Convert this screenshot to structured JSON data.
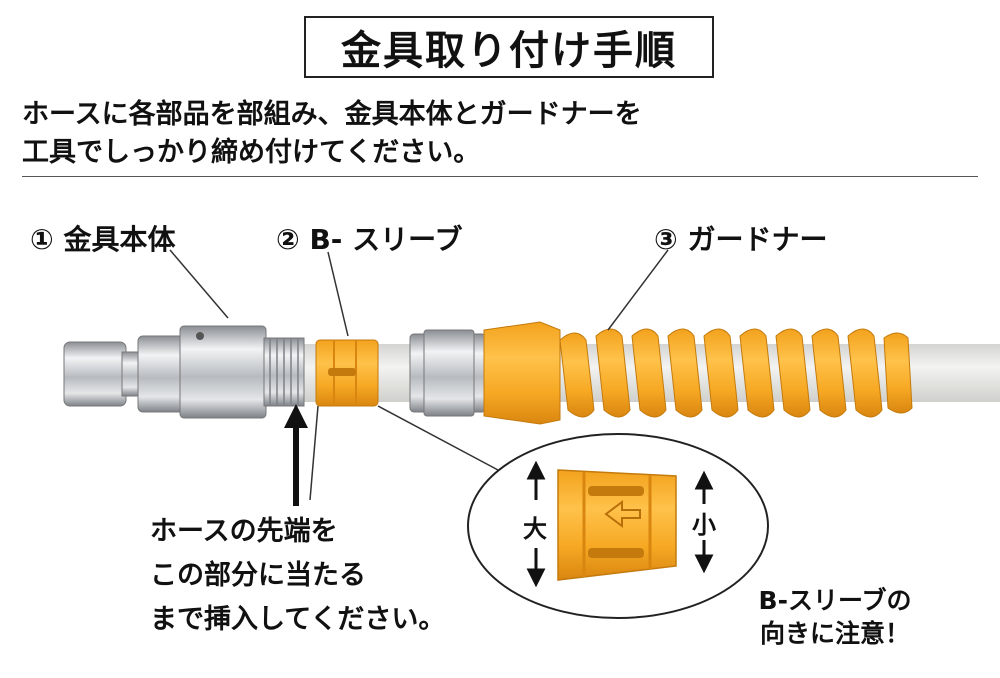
{
  "title": "金具取り付け手順",
  "intro": {
    "line1": "ホースに各部品を部組み、金具本体とガードナーを",
    "line2": "工具でしっかり締め付けてください。"
  },
  "parts": [
    {
      "label": "① 金具本体"
    },
    {
      "label": "② B- スリーブ"
    },
    {
      "label": "③ ガードナー"
    }
  ],
  "insert_note": {
    "line1": "ホースの先端を",
    "line2": "この部分に当たる",
    "line3": "まで挿入してください。"
  },
  "sleeve_detail": {
    "large_label": "大",
    "small_label": "小"
  },
  "sleeve_note": {
    "line1": "B-スリーブの",
    "line2": "向きに注意！"
  },
  "colors": {
    "orange": "#f6a823",
    "orange_dark": "#e08a12",
    "steel": "#c9ccd0",
    "steel_dark": "#8d9197",
    "hose": "#e6e6e4"
  }
}
